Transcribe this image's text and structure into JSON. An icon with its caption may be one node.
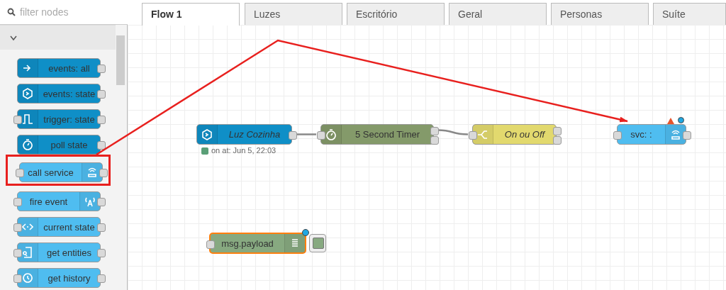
{
  "diagram": {
    "nodes": [
      {
        "text": [
          "filter nodes"
        ]
      },
      {
        "text": [
          "Flow 1"
        ]
      },
      {
        "text": [
          "Luzes"
        ]
      },
      {
        "text": [
          "Escritório"
        ]
      },
      {
        "text": [
          "Geral"
        ]
      },
      {
        "text": [
          "Personas"
        ]
      },
      {
        "text": [
          "Suíte"
        ]
      },
      {
        "text": [
          "events: all"
        ]
      },
      {
        "text": [
          "events: state"
        ]
      },
      {
        "text": [
          "trigger: state"
        ]
      },
      {
        "text": [
          "poll state"
        ]
      },
      {
        "text": [],
        "shape": "box"
      },
      {
        "text": [
          "call service"
        ],
        "in": 11
      },
      {
        "text": [
          "fire event"
        ]
      },
      {
        "text": [
          "current state"
        ]
      },
      {
        "text": [
          "get entities"
        ]
      },
      {
        "text": [
          "get history"
        ]
      },
      {
        "text": [
          "Luz Cozinha"
        ],
        "beside": [
          "on at: Jun 5, 22:03"
        ]
      },
      {
        "text": [
          "5 Second Timer"
        ]
      },
      {
        "text": [
          "On ou Off"
        ]
      },
      {
        "text": [
          "svc: :"
        ]
      },
      {
        "text": [
          "msg.payload"
        ]
      }
    ],
    "edges": [
      {
        "from": 17,
        "to": 18,
        "arrow": "none"
      },
      {
        "from": 18,
        "to": 19,
        "arrow": "none"
      },
      {
        "from": 11,
        "to": 20,
        "arrow": "to",
        "color": "#e8201e"
      }
    ]
  }
}
